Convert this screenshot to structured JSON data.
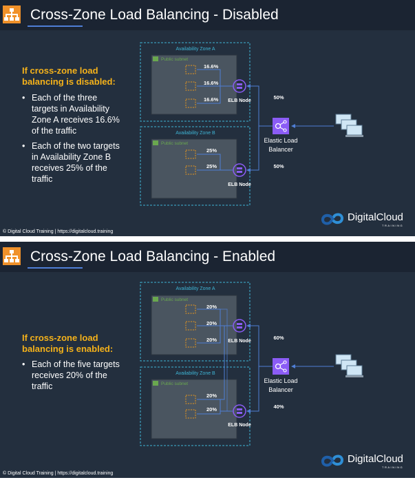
{
  "footer": "© Digital Cloud Training | https://digitalcloud.training",
  "brand": {
    "name": "DigitalCloud",
    "sub": "TRAINING"
  },
  "labels": {
    "az_a": "Availability Zone A",
    "az_b": "Availability Zone B",
    "subnet": "Public subnet",
    "elb_node": "ELB Node",
    "elb": [
      "Elastic Load",
      "Balancer"
    ]
  },
  "slides": [
    {
      "title": "Cross-Zone Load Balancing - Disabled",
      "heading": [
        "If cross-zone load",
        "balancing is disabled:"
      ],
      "bullets": [
        "Each of the three targets in Availability Zone A receives 16.6% of the traffic",
        "Each of the two targets in Availability Zone B receives 25% of the traffic"
      ],
      "targets_a": [
        "16.6%",
        "16.6%",
        "16.6%"
      ],
      "targets_b": [
        "25%",
        "25%"
      ],
      "split_a": "50%",
      "split_b": "50%"
    },
    {
      "title": "Cross-Zone Load Balancing - Enabled",
      "heading": [
        "If cross-zone load",
        "balancing is enabled:"
      ],
      "bullets": [
        "Each of the five targets receives 20% of the traffic"
      ],
      "targets_a": [
        "20%",
        "20%",
        "20%"
      ],
      "targets_b": [
        "20%",
        "20%"
      ],
      "split_a": "60%",
      "split_b": "40%"
    }
  ],
  "colors": {
    "accent": "#f5b21a",
    "zone_border": "#3fb5d6",
    "subnet_bg": "#4a5560",
    "target": "#e8961c",
    "elb": "#8b5cf6",
    "arrow": "#4f7fd6"
  }
}
